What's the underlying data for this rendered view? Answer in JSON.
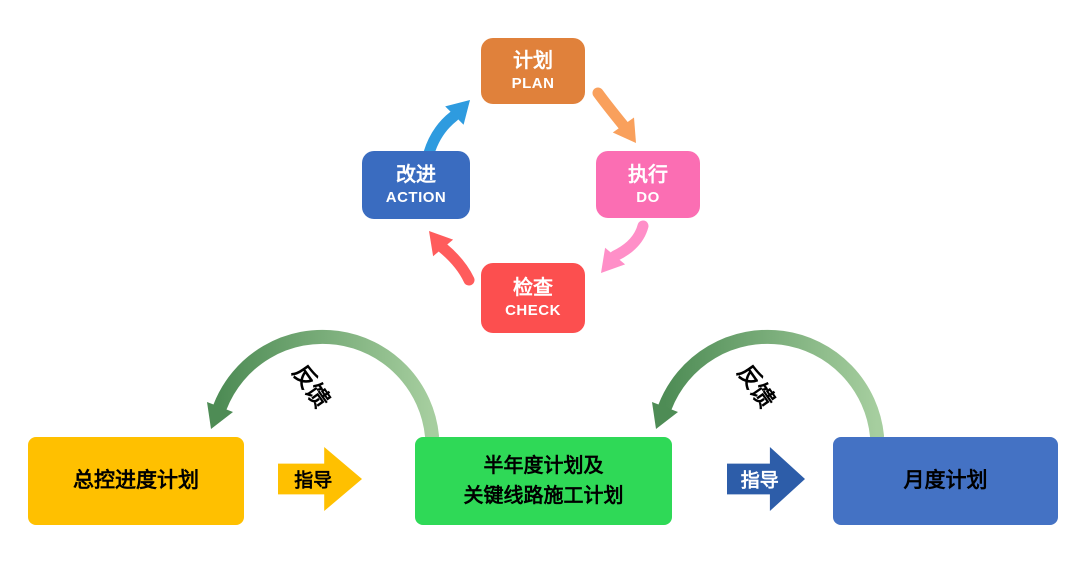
{
  "diagram": {
    "type": "pdca-plan-flow"
  },
  "pdca": {
    "plan": {
      "zh": "计划",
      "en": "PLAN",
      "color": "#E0813B"
    },
    "do": {
      "zh": "执行",
      "en": "DO",
      "color": "#FB6EB3"
    },
    "check": {
      "zh": "检查",
      "en": "CHECK",
      "color": "#FC4F4F"
    },
    "action": {
      "zh": "改进",
      "en": "ACTION",
      "color": "#3A6CC0"
    },
    "arrow_colors": {
      "action_to_plan": "#2E9BDF",
      "plan_to_do": "#F9A05C",
      "do_to_check": "#FF8FC8",
      "check_to_action": "#FF5C5C"
    }
  },
  "flow": {
    "master_plan": "总控进度计划",
    "half_year_line1": "半年度计划及",
    "half_year_line2": "关键线路施工计划",
    "monthly_plan": "月度计划",
    "guide_left": "指导",
    "guide_right": "指导",
    "feedback_left": "反馈",
    "feedback_right": "反馈",
    "colors": {
      "master_box": "#FFC000",
      "half_year_box": "#2FD957",
      "monthly_box": "#4472C4",
      "guide_arrow_left": "#FFC000",
      "guide_arrow_right": "#2D5DA9",
      "feedback_arc_light": "#A6CE9F",
      "feedback_arc_dark": "#4E8C55"
    }
  }
}
